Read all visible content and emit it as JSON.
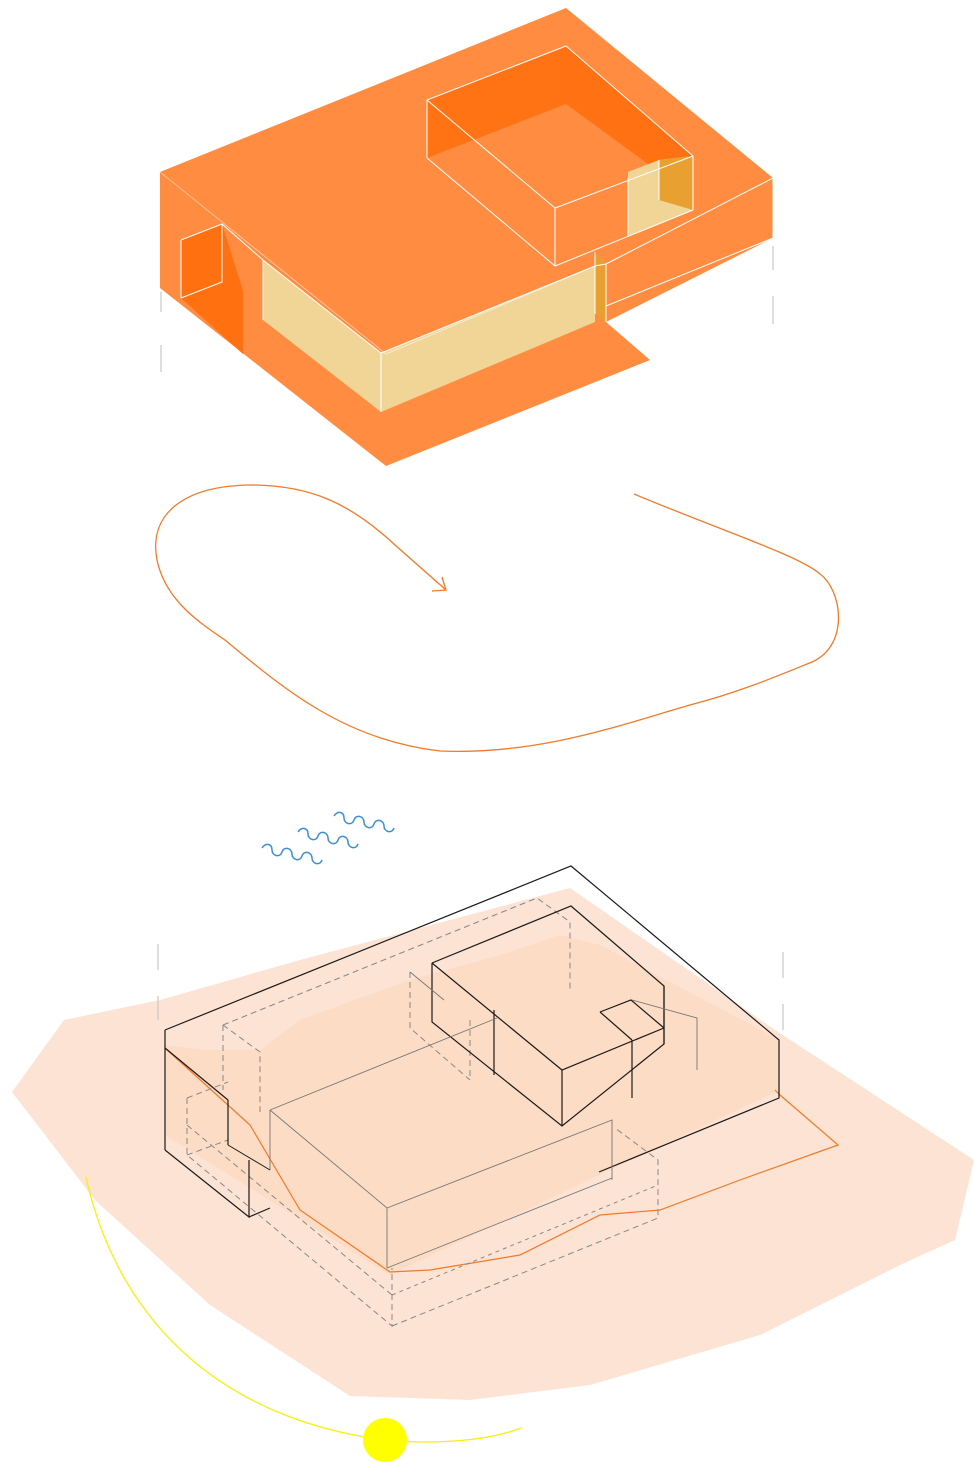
{
  "diagram": {
    "type": "exploded-axonometric-architecture",
    "layers": [
      {
        "id": "roof-volume",
        "description_role": "top-layer",
        "fill": "#ff8c40",
        "dark_fill": "#ff7010",
        "glazing_fill": "#f1d597",
        "glazing_amber": "#e8a030"
      },
      {
        "id": "circulation-path",
        "description_role": "middle-layer",
        "stroke": "#f07a28"
      },
      {
        "id": "site-and-massing",
        "description_role": "bottom-layer",
        "site_fill": "#fde3d3",
        "terrain_fill": "#fcd8bf",
        "massing_stroke": "#1a1a1a",
        "hidden_stroke": "#888888"
      }
    ],
    "symbols": [
      {
        "id": "wind-icon",
        "color": "#3a8fd8"
      },
      {
        "id": "sun-icon",
        "color": "#ffff00",
        "path_color": "#f5f010"
      }
    ],
    "text": []
  }
}
